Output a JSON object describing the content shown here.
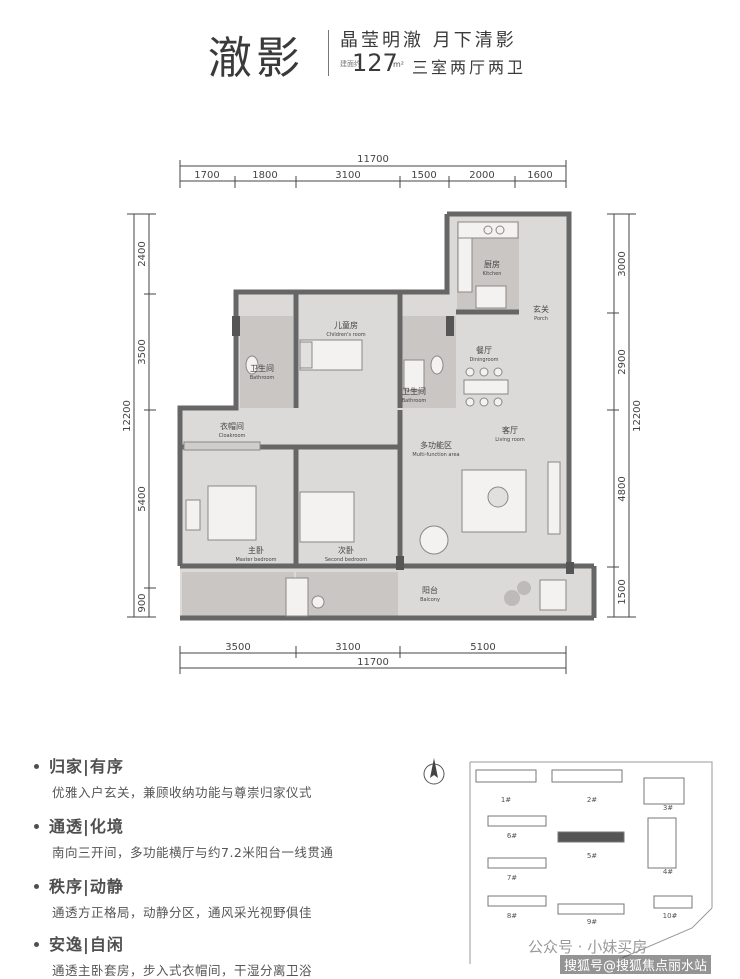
{
  "header": {
    "title": "澈影",
    "tagline": "晶莹明澈  月下清影",
    "area_prefix": "建面约",
    "area_value": "127",
    "area_unit": "m²",
    "layout": "三室两厅两卫"
  },
  "dims": {
    "top_total": "11700",
    "top_segments": [
      "1700",
      "1800",
      "3100",
      "1500",
      "2000",
      "1600"
    ],
    "bottom_segments": [
      "3500",
      "3100",
      "5100"
    ],
    "bottom_total": "11700",
    "left_segments": [
      "2400",
      "3500",
      "5400",
      "900"
    ],
    "left_total": "12200",
    "right_segments": [
      "3000",
      "2900",
      "4800",
      "1500"
    ],
    "right_total": "12200"
  },
  "rooms": {
    "kitchen": {
      "cn": "厨房",
      "en": "Kitchen"
    },
    "porch": {
      "cn": "玄关",
      "en": "Porch"
    },
    "children": {
      "cn": "儿童房",
      "en": "Children's room"
    },
    "bath1": {
      "cn": "卫生间",
      "en": "Bathroom"
    },
    "bath2": {
      "cn": "卫生间",
      "en": "Bathroom"
    },
    "dining": {
      "cn": "餐厅",
      "en": "Diningroom"
    },
    "cloak": {
      "cn": "衣帽间",
      "en": "Cloakroom"
    },
    "multi": {
      "cn": "多功能区",
      "en": "Multi-function area"
    },
    "living": {
      "cn": "客厅",
      "en": "Living room"
    },
    "master": {
      "cn": "主卧",
      "en": "Master bedroom"
    },
    "second": {
      "cn": "次卧",
      "en": "Second bedroom"
    },
    "balcony": {
      "cn": "阳台",
      "en": "Balcony"
    }
  },
  "features": [
    {
      "title": "归家|有序",
      "desc": "优雅入户玄关，兼顾收纳功能与尊崇归家仪式"
    },
    {
      "title": "通透|化境",
      "desc": "南向三开间，多功能横厅与约7.2米阳台一线贯通"
    },
    {
      "title": "秩序|动静",
      "desc": "通透方正格局，动静分区，通风采光视野俱佳"
    },
    {
      "title": "安逸|自闲",
      "desc": "通透主卧套房，步入式衣帽间，干湿分离卫浴"
    }
  ],
  "site_plan": {
    "buildings": [
      "1#",
      "2#",
      "3#",
      "4#",
      "5#",
      "6#",
      "7#",
      "8#",
      "9#",
      "10#"
    ]
  },
  "watermark": {
    "line1": "公众号 · 小妹买房",
    "line2": "搜狐号@搜狐焦点丽水站"
  },
  "colors": {
    "wall": "#6e6e6e",
    "floor": "#dcdad9",
    "text": "#4a4a4a"
  }
}
